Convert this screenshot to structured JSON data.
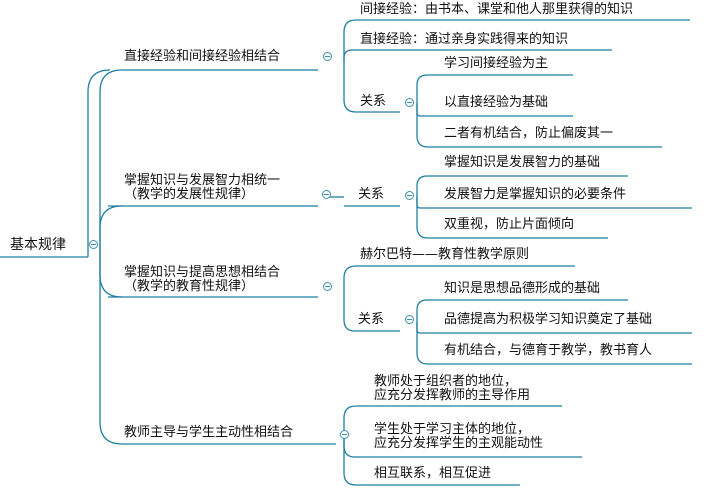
{
  "root": {
    "label": "基本规律"
  },
  "branches": [
    {
      "label": "直接经验和间接经验相结合",
      "children": [
        "间接经验：由书本、课堂和他人那里获得的知识",
        "直接经验：通过亲身实践得来的知识"
      ],
      "relation": {
        "label": "关系",
        "items": [
          "学习间接经验为主",
          "以直接经验为基础",
          "二者有机结合，防止偏废其一"
        ]
      }
    },
    {
      "label_lines": [
        "掌握知识与发展智力相统一",
        "（教学的发展性规律）"
      ],
      "relation": {
        "label": "关系",
        "items": [
          "掌握知识是发展智力的基础",
          "发展智力是掌握知识的必要条件",
          "双重视，防止片面倾向"
        ]
      }
    },
    {
      "label_lines": [
        "掌握知识与提高思想相结合",
        "（教学的教育性规律）"
      ],
      "children": [
        "赫尔巴特——教育性教学原则"
      ],
      "relation": {
        "label": "关系",
        "items": [
          "知识是思想品德形成的基础",
          "品德提高为积极学习知识奠定了基础",
          "有机结合，与德育于教学，教书育人"
        ]
      }
    },
    {
      "label": "教师主导与学生主动性相结合",
      "children": [
        [
          "教师处于组织者的地位，",
          "应充分发挥教师的主导作用"
        ],
        [
          "学生处于学习主体的地位，",
          "应充分发挥学生的主观能动性"
        ],
        [
          "相互联系，相互促进"
        ]
      ]
    }
  ]
}
